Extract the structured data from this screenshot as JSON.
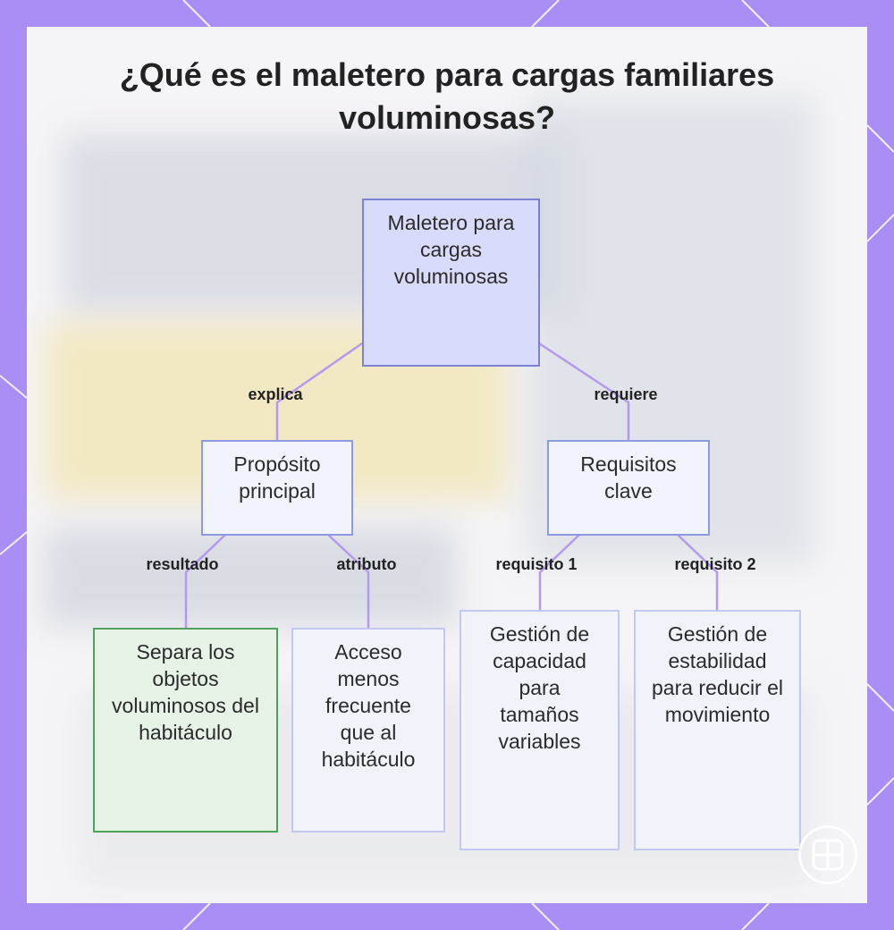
{
  "diagram": {
    "title": "¿Qué es el maletero para cargas familiares voluminosas?",
    "nodes": {
      "root": "Maletero para cargas voluminosas",
      "purpose": "Propósito principal",
      "requirements": "Requisitos clave",
      "leaf_separate": "Separa los objetos voluminosos del habitáculo",
      "leaf_access": "Acceso menos frecuente que al habitáculo",
      "leaf_capacity": "Gestión de capacidad para tamaños variables",
      "leaf_stability": "Gestión de estabilidad para reducir el movimiento"
    },
    "edges": {
      "explains": "explica",
      "requires": "requiere",
      "result": "resultado",
      "attribute": "atributo",
      "req1": "requisito 1",
      "req2": "requisito 2"
    }
  },
  "colors": {
    "frame": "#a98ff5",
    "connector": "#b39af0",
    "root_fill": "#d9dbfb",
    "highlight_fill": "#e6f3e6",
    "highlight_border": "#4ea25a"
  },
  "icons": {
    "watermark": "napkin-logo-icon"
  }
}
